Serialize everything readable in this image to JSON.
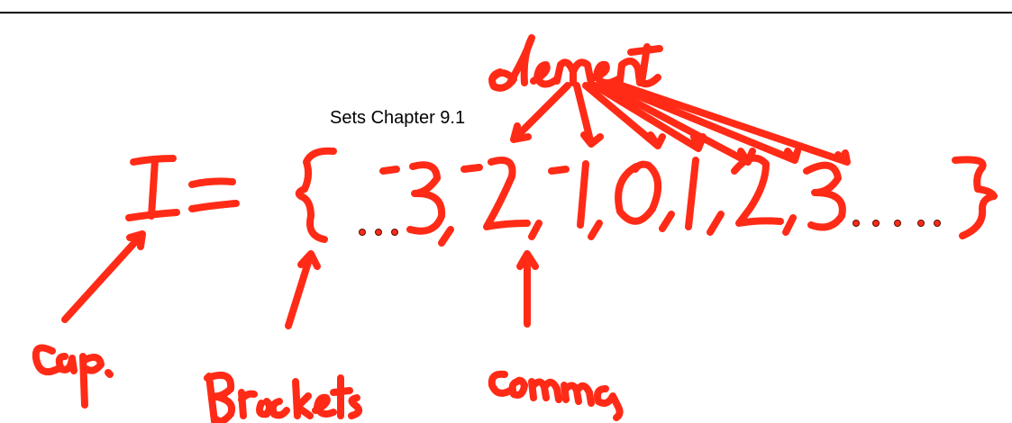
{
  "title": "Sets Chapter 9.1",
  "handwriting": {
    "equation": "I = { ... ⁻3, ⁻2, ⁻1, 0, 1, 2, 3 ... }",
    "label_element": "element",
    "label_cap": "Cap.",
    "label_brackets": "Brackets",
    "label_comma": "comma"
  },
  "colors": {
    "ink": "#ff2b17",
    "ink_outline": "#5a0a00",
    "rule": "#000000"
  }
}
